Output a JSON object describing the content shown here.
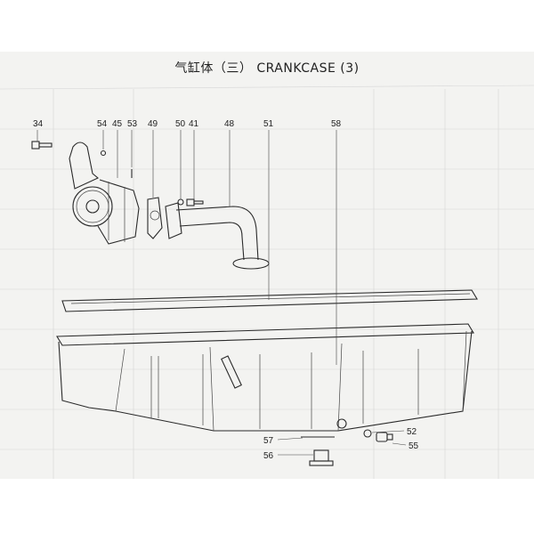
{
  "title": "气缸体（三） CRANKCASE (3)",
  "part_labels": {
    "p34": "34",
    "p54": "54",
    "p45": "45",
    "p53": "53",
    "p49": "49",
    "p50": "50",
    "p41": "41",
    "p48": "48",
    "p51": "51",
    "p58": "58",
    "p52": "52",
    "p55": "55",
    "p57": "57",
    "p56": "56"
  }
}
